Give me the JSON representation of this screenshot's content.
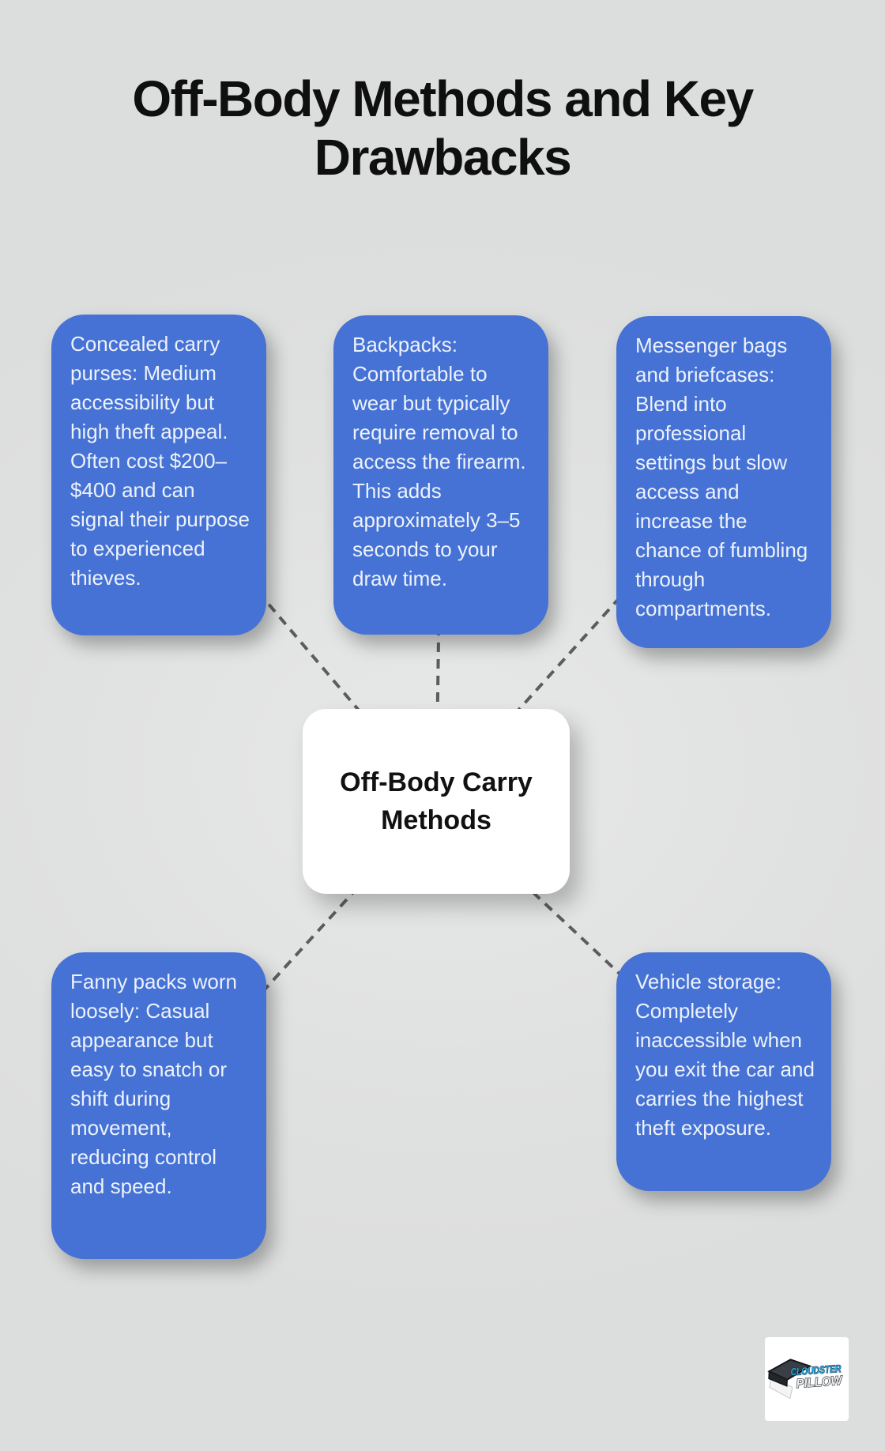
{
  "title": "Off-Body Methods and Key Drawbacks",
  "center": {
    "label": "Off-Body Carry Methods"
  },
  "nodes": [
    {
      "id": "concealed-carry-purses",
      "text": "Concealed carry purses: Medium accessibility but high theft appeal. Often cost $200–$400 and can signal their purpose to experienced thieves."
    },
    {
      "id": "backpacks",
      "text": "Backpacks: Comfortable to wear but typically require removal to access the firearm. This adds approximately 3–5 seconds to your draw time."
    },
    {
      "id": "messenger-bags",
      "text": "Messenger bags and briefcases: Blend into professional settings but slow access and increase the chance of fumbling through compartments."
    },
    {
      "id": "fanny-packs",
      "text": "Fanny packs worn loosely: Casual appearance but easy to snatch or shift during movement, reducing control and speed."
    },
    {
      "id": "vehicle-storage",
      "text": "Vehicle storage: Completely inaccessible when you exit the car and carries the highest theft exposure."
    }
  ],
  "logo": {
    "line1": "CLOUDSTER",
    "line2": "PILLOW"
  },
  "colors": {
    "background": "#e0e1e1",
    "node_bg": "#4572d4",
    "node_text": "#edf2fb",
    "connector": "#5c5c5c",
    "center_bg": "#ffffff",
    "title_text": "#0f0f0f",
    "logo_blue": "#2ea7dd",
    "logo_silver": "#eef0f4"
  }
}
